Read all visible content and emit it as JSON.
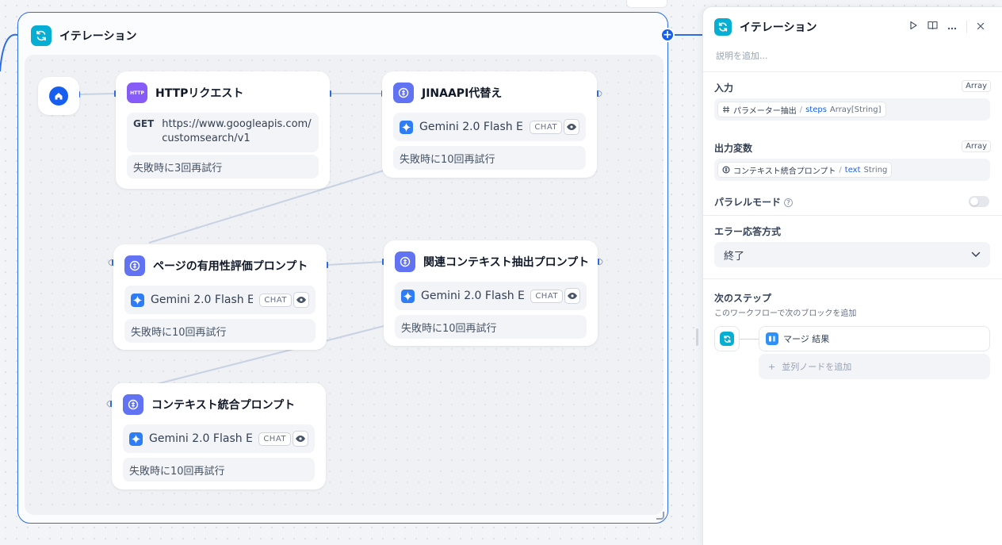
{
  "iteration": {
    "title": "イテレーション"
  },
  "nodes": {
    "http": {
      "icon_text": "HTTP",
      "title": "HTTPリクエスト",
      "method": "GET",
      "url": "https://www.googleapis.com/customsearch/v1",
      "retry": "失敗時に3回再試行"
    },
    "jina": {
      "title": "JINAAPI代替え",
      "model": "Gemini 2.0 Flash E...",
      "badge": "CHAT",
      "retry": "失敗時に10回再試行"
    },
    "usefulness": {
      "title": "ページの有用性評価プロンプト",
      "model": "Gemini 2.0 Flash E...",
      "badge": "CHAT",
      "retry": "失敗時に10回再試行"
    },
    "related": {
      "title": "関連コンテキスト抽出プロンプト",
      "model": "Gemini 2.0 Flash E...",
      "badge": "CHAT",
      "retry": "失敗時に10回再試行"
    },
    "merge": {
      "title": "コンテキスト統合プロンプト",
      "model": "Gemini 2.0 Flash E...",
      "badge": "CHAT",
      "retry": "失敗時に10回再試行"
    }
  },
  "panel": {
    "title": "イテレーション",
    "description_placeholder": "説明を追加...",
    "input": {
      "label": "入力",
      "type_tag": "Array",
      "node": "パラメーター抽出",
      "variable": "steps",
      "var_type": "Array[String]"
    },
    "output": {
      "label": "出力変数",
      "type_tag": "Array",
      "node": "コンテキスト統合プロンプト",
      "variable": "text",
      "var_type": "String"
    },
    "parallel_mode": {
      "label": "パラレルモード",
      "help": "?",
      "enabled": false
    },
    "error_handling": {
      "label": "エラー応答方式",
      "selected": "終了"
    },
    "next_step": {
      "label": "次のステップ",
      "subtitle": "このワークフローで次のブロックを追加",
      "next_block": "マージ 結果",
      "add_parallel": "並列ノードを追加"
    }
  },
  "colors": {
    "accent": "#155eef",
    "iteration_icon": "#06aed4",
    "llm_icon": "#6172f3",
    "http_icon": "#875bf7",
    "container_border": "#2e6be6"
  },
  "icons": {
    "iteration": "loop-icon",
    "start": "home-icon",
    "llm": "brain-icon",
    "model": "gemini-sparkle-icon",
    "preview": "eye-icon",
    "run": "play-icon",
    "docs": "book-icon",
    "more": "more-icon",
    "close": "close-icon",
    "dropdown": "chevron-down-icon",
    "add": "plus-icon"
  }
}
